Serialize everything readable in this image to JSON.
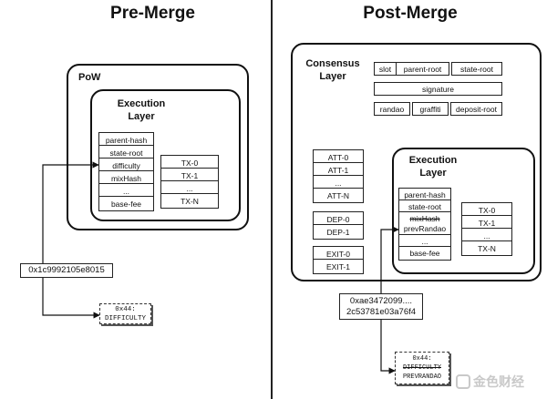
{
  "pre": {
    "title": "Pre-Merge",
    "pow_label": "PoW",
    "exec_label_1": "Execution",
    "exec_label_2": "Layer",
    "header_fields": [
      "parent-hash",
      "state-root",
      "difficulty",
      "mixHash",
      "...",
      "base-fee"
    ],
    "txs": [
      "TX-0",
      "TX-1",
      "...",
      "TX-N"
    ],
    "hash_value": "0x1c9992105e8015",
    "opcode_line1": "0x44:",
    "opcode_line2": "DIFFICULTY"
  },
  "post": {
    "title": "Post-Merge",
    "consensus_label_1": "Consensus",
    "consensus_label_2": "Layer",
    "top_row": [
      "slot",
      "parent-root",
      "state-root"
    ],
    "signature": "signature",
    "mid_row": [
      "randao",
      "graffiti",
      "deposit-root"
    ],
    "attestations": [
      "ATT-0",
      "ATT-1",
      "...",
      "ATT-N"
    ],
    "deposits": [
      "DEP-0",
      "DEP-1"
    ],
    "exits": [
      "EXIT-0",
      "EXIT-1"
    ],
    "exec_label_1": "Execution",
    "exec_label_2": "Layer",
    "header_fields": {
      "parent_hash": "parent-hash",
      "state_root": "state-root",
      "mixhash_old": "mixHash",
      "prev_randao": "prevRandao",
      "ellipsis": "...",
      "base_fee": "base-fee"
    },
    "txs": [
      "TX-0",
      "TX-1",
      "...",
      "TX-N"
    ],
    "hash_line1": "0xae3472099....",
    "hash_line2": "2c53781e03a76f4",
    "opcode_line1": "0x44:",
    "opcode_line2": "DIFFICULTY",
    "opcode_line3": "PREVRANDAO"
  },
  "watermark": "金色财经",
  "colors": {
    "stroke": "#111111",
    "background": "#ffffff"
  }
}
